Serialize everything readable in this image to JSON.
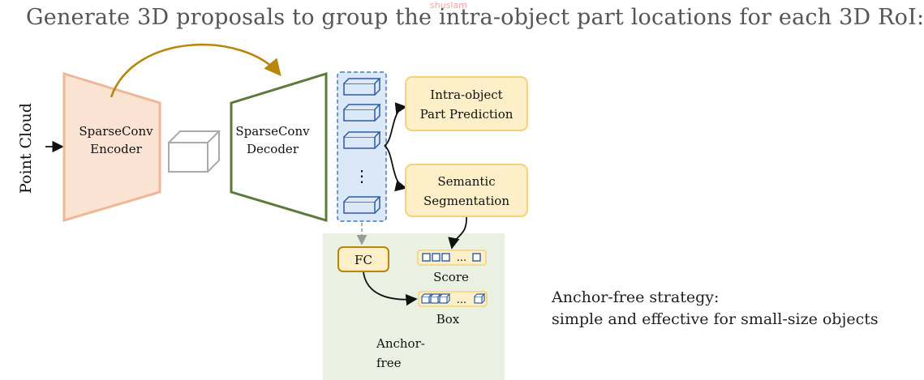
{
  "heading": "Generate 3D proposals to group the intra-object part locations for each 3D RoI:",
  "watermark": "shuslam",
  "diagram": {
    "input_label": "Point Cloud",
    "encoder": [
      "SparseConv",
      "Encoder"
    ],
    "decoder": [
      "SparseConv",
      "Decoder"
    ],
    "ellipsis": "⋮",
    "part_prediction": [
      "Intra-object",
      "Part Prediction"
    ],
    "segmentation": [
      "Semantic",
      "Segmentation"
    ],
    "fc": "FC",
    "score": "Score",
    "box": "Box",
    "dots": "...",
    "anchor_free": [
      "Anchor-",
      "free"
    ],
    "colors": {
      "encoder_fill": "#fbe3d4",
      "encoder_stroke": "#efb795",
      "decoder_fill": "#ffffff",
      "decoder_stroke": "#5a7a3a",
      "feature_fill": "#dbe8f7",
      "feature_stroke": "#4a78b8",
      "task_fill": "#fdf0c8",
      "task_stroke": "#f3d27a",
      "skip_arrow": "#b8860b",
      "anchor_bg": "#eaf1e2"
    }
  },
  "strategy": {
    "line1": "Anchor-free strategy:",
    "line2": "simple and effective for small-size objects"
  }
}
